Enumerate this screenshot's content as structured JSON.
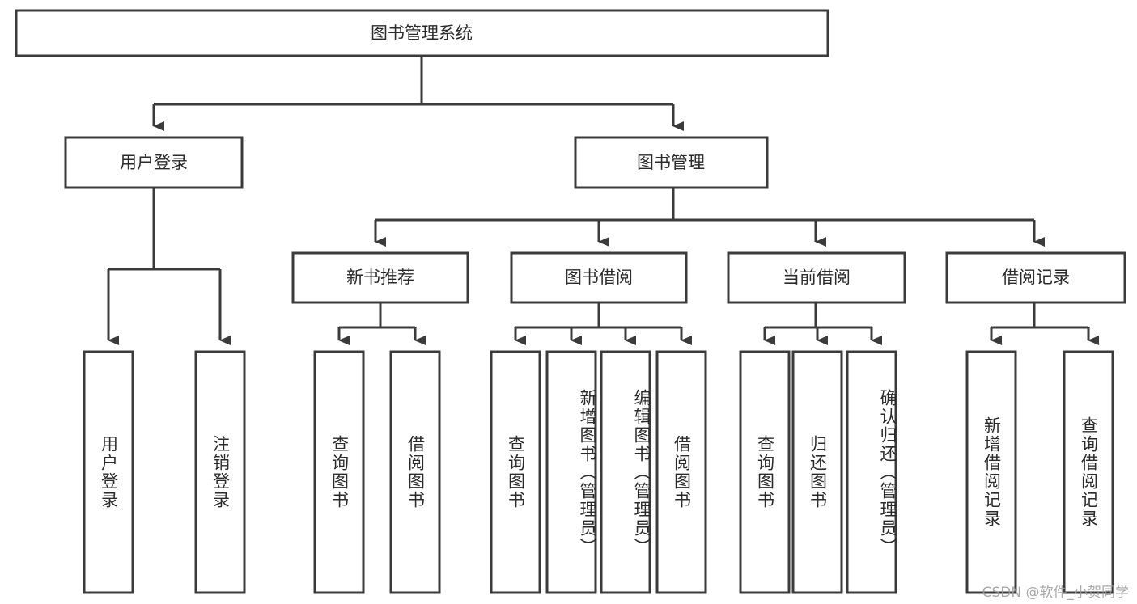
{
  "diagram": {
    "title": "图书管理系统",
    "type": "hierarchy-tree",
    "root": {
      "label": "图书管理系统"
    },
    "level2": [
      {
        "label": "用户登录"
      },
      {
        "label": "图书管理"
      }
    ],
    "level3": [
      {
        "label": "新书推荐"
      },
      {
        "label": "图书借阅"
      },
      {
        "label": "当前借阅"
      },
      {
        "label": "借阅记录"
      }
    ],
    "leaves": {
      "user_login": [
        {
          "label": "用户登录"
        },
        {
          "label": "注销登录"
        }
      ],
      "new_book_recommend": [
        {
          "label": "查询图书"
        },
        {
          "label": "借阅图书"
        }
      ],
      "book_borrow": [
        {
          "label": "查询图书"
        },
        {
          "label": "新增图书（管理员）"
        },
        {
          "label": "编辑图书（管理员）"
        },
        {
          "label": "借阅图书"
        }
      ],
      "current_borrow": [
        {
          "label": "查询图书"
        },
        {
          "label": "归还图书"
        },
        {
          "label": "确认归还（管理员）"
        }
      ],
      "borrow_record": [
        {
          "label": "新增借阅记录"
        },
        {
          "label": "查询借阅记录"
        }
      ]
    }
  },
  "watermark": {
    "text": "CSDN @软件_小贺同学"
  },
  "colors": {
    "stroke": "#3b3b3b",
    "fill": "#ffffff",
    "text": "#2b2b2b",
    "watermark": "#9a9a9a"
  }
}
